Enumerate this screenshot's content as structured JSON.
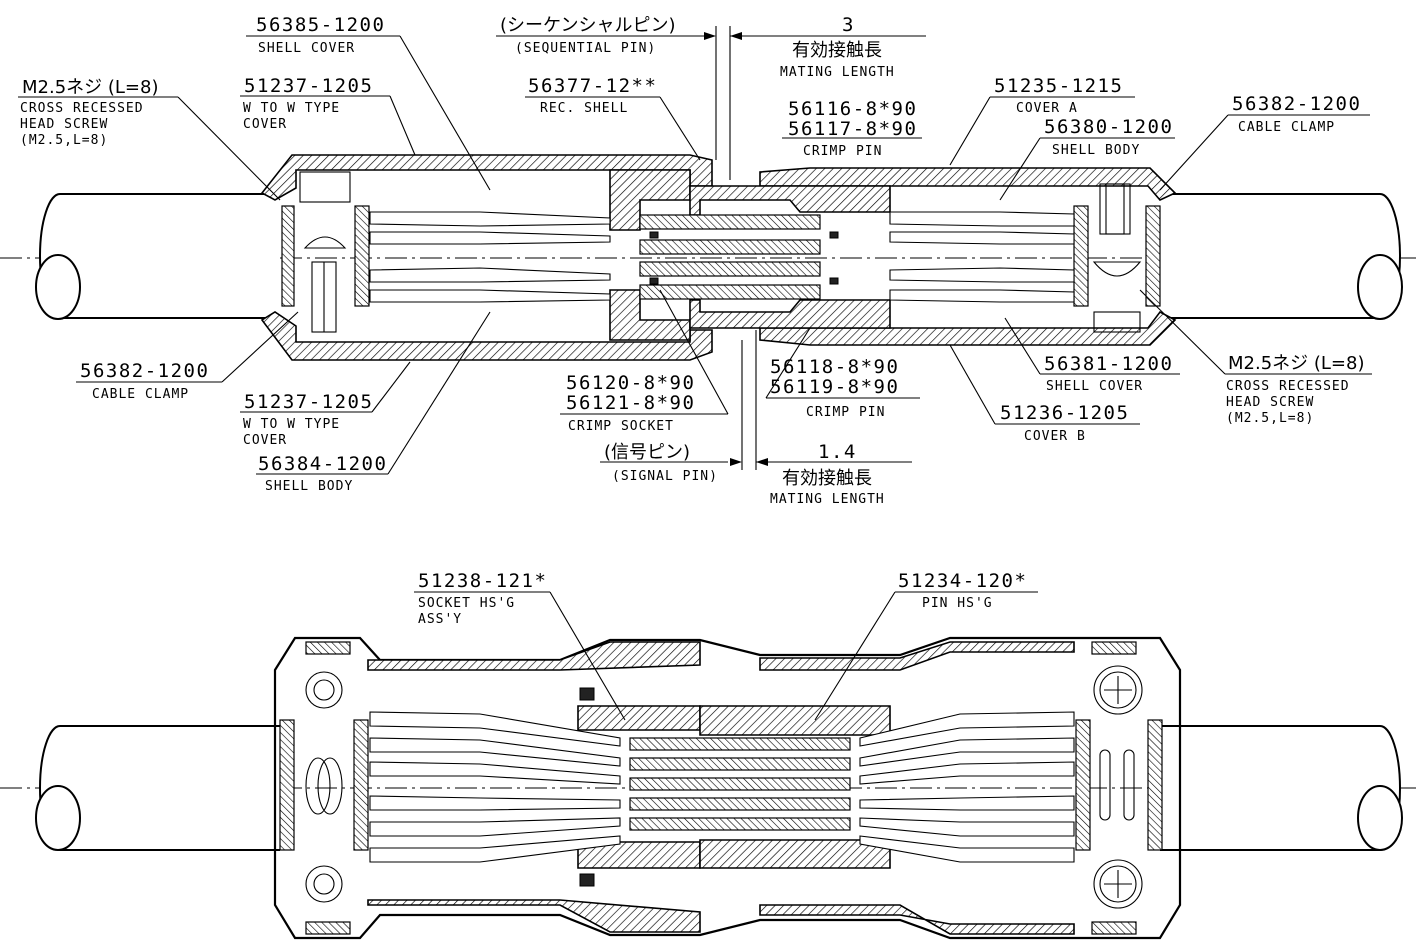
{
  "top_view": {
    "labels": {
      "shell_cover_top": {
        "part": "56385-1200",
        "desc": "SHELL COVER"
      },
      "sequential_pin_jp": "(シーケンシャルピン)",
      "sequential_pin": "(SEQUENTIAL PIN)",
      "mating_len_top_value": "3",
      "mating_len_top_jp": "有効接触長",
      "mating_len_top_en": "MATING LENGTH",
      "screw_left": {
        "part": "M2.5ネジ (L=8)",
        "desc1": "CROSS RECESSED",
        "desc2": "HEAD SCREW",
        "desc3": "(M2.5,L=8)"
      },
      "wtow_cover_top": {
        "part": "51237-1205",
        "desc1": "W TO W TYPE",
        "desc2": "COVER"
      },
      "rec_shell": {
        "part": "56377-12**",
        "desc": "REC. SHELL"
      },
      "crimp_pin_top": {
        "part1": "56116-8*90",
        "part2": "56117-8*90",
        "desc": "CRIMP PIN"
      },
      "cover_a": {
        "part": "51235-1215",
        "desc": "COVER A"
      },
      "shell_body_right": {
        "part": "56380-1200",
        "desc": "SHELL BODY"
      },
      "cable_clamp_right": {
        "part": "56382-1200",
        "desc": "CABLE CLAMP"
      },
      "cable_clamp_left": {
        "part": "56382-1200",
        "desc": "CABLE CLAMP"
      },
      "wtow_cover_bottom": {
        "part": "51237-1205",
        "desc1": "W TO W TYPE",
        "desc2": "COVER"
      },
      "shell_body_left": {
        "part": "56384-1200",
        "desc": "SHELL BODY"
      },
      "crimp_socket": {
        "part1": "56120-8*90",
        "part2": "56121-8*90",
        "desc": "CRIMP SOCKET"
      },
      "signal_pin_jp": "(信号ピン)",
      "signal_pin": "(SIGNAL PIN)",
      "mating_len_bottom_value": "1.4",
      "mating_len_bottom_jp": "有効接触長",
      "mating_len_bottom_en": "MATING LENGTH",
      "crimp_pin_bottom": {
        "part1": "56118-8*90",
        "part2": "56119-8*90",
        "desc": "CRIMP PIN"
      },
      "cover_b": {
        "part": "51236-1205",
        "desc": "COVER B"
      },
      "shell_cover_right": {
        "part": "56381-1200",
        "desc": "SHELL COVER"
      },
      "screw_right": {
        "part": "M2.5ネジ (L=8)",
        "desc1": "CROSS RECESSED",
        "desc2": "HEAD SCREW",
        "desc3": "(M2.5,L=8)"
      }
    }
  },
  "bottom_view": {
    "labels": {
      "socket_housing": {
        "part": "51238-121*",
        "desc1": "SOCKET HS'G",
        "desc2": "ASS'Y"
      },
      "pin_housing": {
        "part": "51234-120*",
        "desc": "PIN HS'G"
      }
    }
  }
}
